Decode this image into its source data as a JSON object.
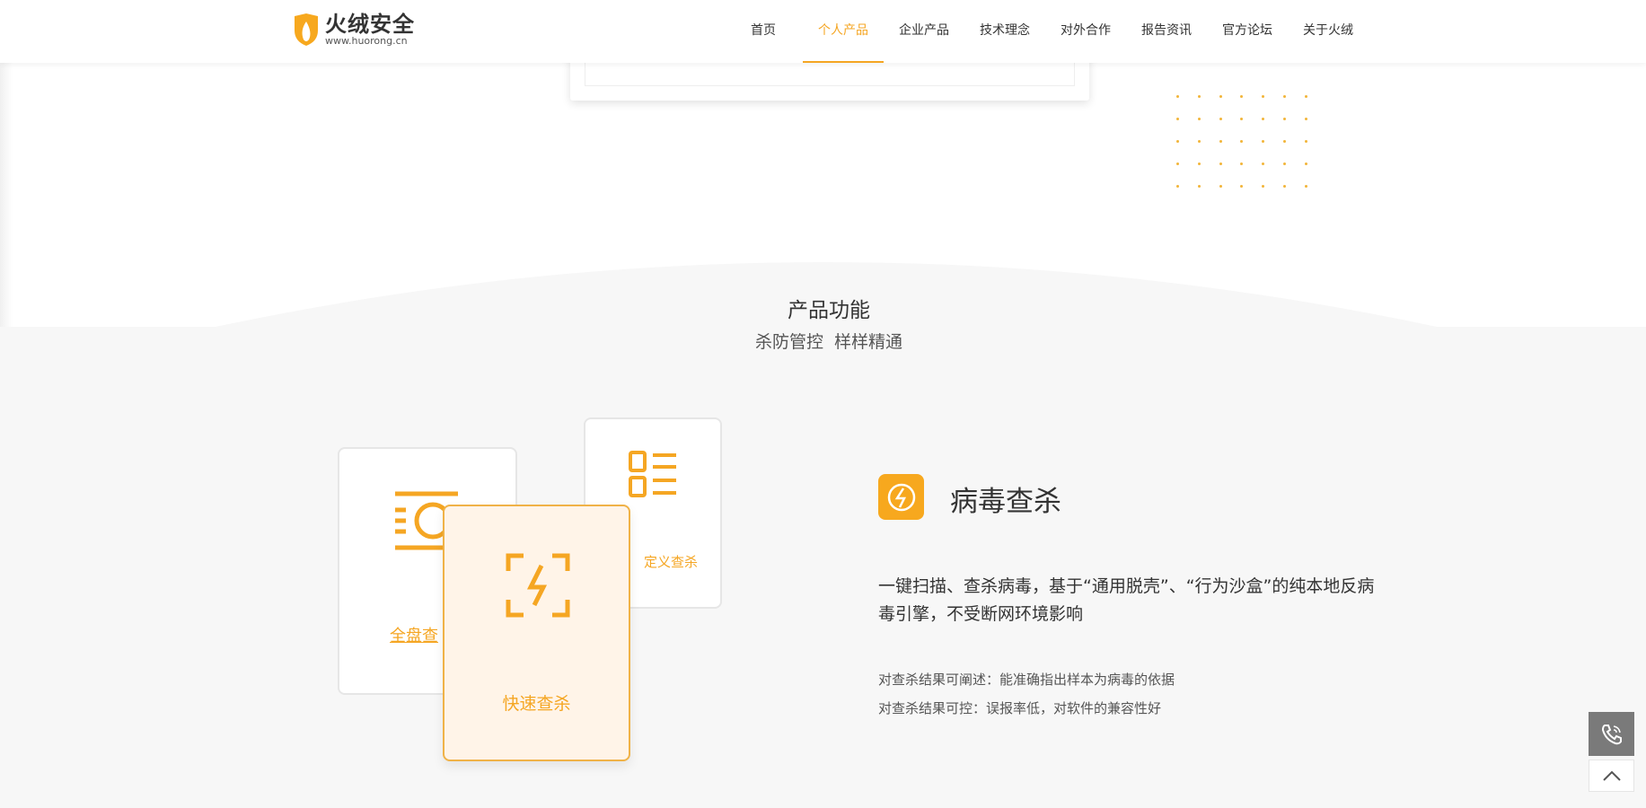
{
  "header": {
    "logo_name": "火绒安全",
    "logo_url": "www.huorong.cn",
    "nav": [
      {
        "label": "首页"
      },
      {
        "label": "个人产品",
        "active": true
      },
      {
        "label": "企业产品"
      },
      {
        "label": "技术理念"
      },
      {
        "label": "对外合作"
      },
      {
        "label": "报告资讯"
      },
      {
        "label": "官方论坛"
      },
      {
        "label": "关于火绒"
      }
    ]
  },
  "section": {
    "title": "产品功能",
    "subtitle": "杀防管控  样样精通"
  },
  "cards": {
    "full_scan": "全盘查",
    "custom_scan": "定义查杀",
    "quick_scan": "快速查杀"
  },
  "feature": {
    "icon": "lightning-circle-icon",
    "title": "病毒查杀",
    "description": "一键扫描、查杀病毒，基于“通用脱壳”、“行为沙盒”的纯本地反病毒引擎，不受断网环境影响",
    "points": [
      "对查杀结果可阐述：能准确指出样本为病毒的依据",
      "对查杀结果可控：误报率低，对软件的兼容性好"
    ]
  },
  "colors": {
    "accent": "#f5a623",
    "background": "#f7f7f7"
  }
}
